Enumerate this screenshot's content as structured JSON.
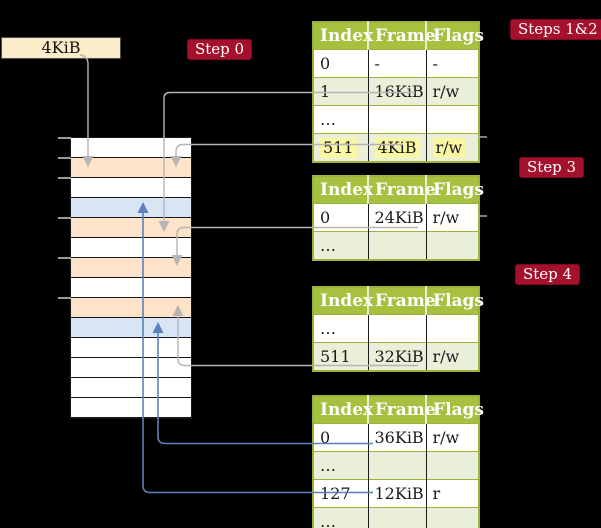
{
  "colors": {
    "background": "#000000",
    "table_header_bg": "#a6c13f",
    "table_border": "#9ab339",
    "row_shade_green": "#eaefda",
    "highlight_yellow": "#faf6a2",
    "badge_bg": "#a5102c",
    "frame_wheat": "#fce3c9",
    "frame_blue": "#d8e5f4",
    "pointer_box_bg": "#faecc8",
    "arrow_gray": "#b5b5b5",
    "arrow_blue": "#5d80ba"
  },
  "pointer_box": {
    "label": "4KiB"
  },
  "badges": {
    "step0": "Step 0",
    "steps12": "Steps 1&2",
    "step3": "Step 3",
    "step4": "Step 4"
  },
  "memory": {
    "description": "physical memory column, 14 frames of 4KiB",
    "rows": [
      {
        "color": "white"
      },
      {
        "color": "wheat"
      },
      {
        "color": "white"
      },
      {
        "color": "blue"
      },
      {
        "color": "wheat"
      },
      {
        "color": "white"
      },
      {
        "color": "wheat"
      },
      {
        "color": "white"
      },
      {
        "color": "wheat"
      },
      {
        "color": "blue"
      },
      {
        "color": "white"
      },
      {
        "color": "white"
      },
      {
        "color": "white"
      },
      {
        "color": "white"
      }
    ],
    "tick_row_indexes": [
      0,
      1,
      2,
      4,
      6,
      8
    ]
  },
  "tables": [
    {
      "name": "page-table-steps-1-2",
      "headers": [
        "Index",
        "Frame",
        "Flags"
      ],
      "rows": [
        {
          "cells": [
            "0",
            "-",
            "-"
          ],
          "shade": "white",
          "hl": "n"
        },
        {
          "cells": [
            "1",
            "16KiB",
            "r/w"
          ],
          "shade": "green",
          "hl": "n"
        },
        {
          "cells": [
            "…",
            "",
            ""
          ],
          "shade": "white",
          "hl": "n"
        },
        {
          "cells": [
            "511",
            "4KiB",
            "r/w"
          ],
          "shade": "green",
          "hl": "y"
        }
      ]
    },
    {
      "name": "page-table-step-3",
      "headers": [
        "Index",
        "Frame",
        "Flags"
      ],
      "rows": [
        {
          "cells": [
            "0",
            "24KiB",
            "r/w"
          ],
          "shade": "white",
          "hl": "n"
        },
        {
          "cells": [
            "…",
            "",
            ""
          ],
          "shade": "green",
          "hl": "n"
        }
      ]
    },
    {
      "name": "page-table-step-4",
      "headers": [
        "Index",
        "Frame",
        "Flags"
      ],
      "rows": [
        {
          "cells": [
            "…",
            "",
            ""
          ],
          "shade": "white",
          "hl": "n"
        },
        {
          "cells": [
            "511",
            "32KiB",
            "r/w"
          ],
          "shade": "green",
          "hl": "n"
        }
      ]
    },
    {
      "name": "page-table-leaf",
      "headers": [
        "Index",
        "Frame",
        "Flags"
      ],
      "rows": [
        {
          "cells": [
            "0",
            "36KiB",
            "r/w"
          ],
          "shade": "white",
          "hl": "n"
        },
        {
          "cells": [
            "…",
            "",
            ""
          ],
          "shade": "green",
          "hl": "n"
        },
        {
          "cells": [
            "127",
            "12KiB",
            "r"
          ],
          "shade": "white",
          "hl": "n"
        },
        {
          "cells": [
            "…",
            "",
            ""
          ],
          "shade": "green",
          "hl": "n"
        }
      ]
    }
  ],
  "connectors": [
    {
      "from": "4KiB pointer box",
      "to": "memory frame at 4KiB",
      "color": "gray"
    },
    {
      "from": "table1 entry 1 (16KiB)",
      "to": "memory frame at 16KiB",
      "color": "gray"
    },
    {
      "from": "table1 entry 511 (4KiB)",
      "to": "memory frame at 4KiB",
      "color": "gray"
    },
    {
      "from": "table2 entry 0 (24KiB)",
      "to": "memory frame at 24KiB",
      "color": "gray"
    },
    {
      "from": "table3 entry 511 (32KiB)",
      "to": "memory frame at 32KiB",
      "color": "gray"
    },
    {
      "from": "table4 entry 0 (36KiB)",
      "to": "memory frame at 36KiB",
      "color": "blue"
    },
    {
      "from": "table4 entry 127 (12KiB)",
      "to": "memory frame at 12KiB",
      "color": "blue"
    }
  ]
}
